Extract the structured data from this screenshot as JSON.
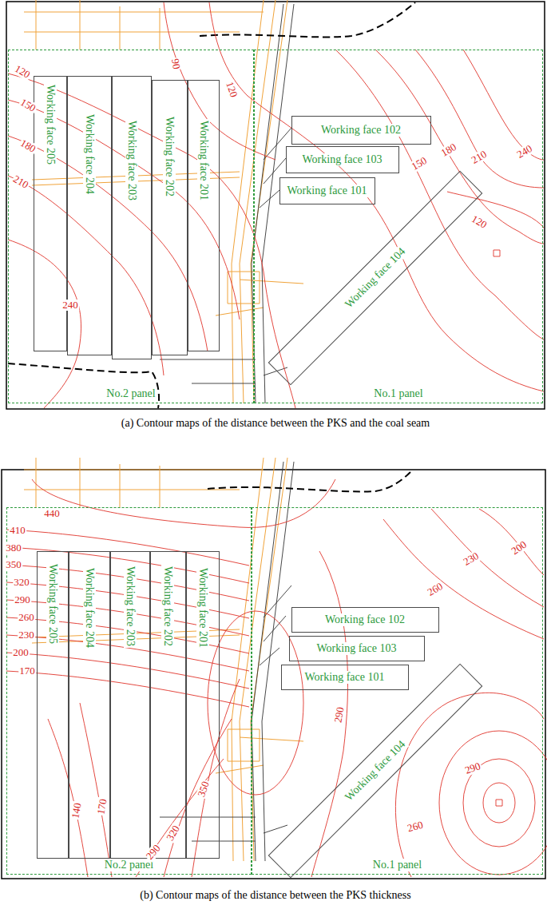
{
  "diagram": {
    "nodes": [
      {
        "text": [
          "No.2 panel"
        ]
      },
      {
        "text": [
          "Working face 205"
        ],
        "in": 0
      },
      {
        "text": [
          "Working face 204"
        ],
        "in": 0
      },
      {
        "text": [
          "Working face 203"
        ],
        "in": 0
      },
      {
        "text": [
          "Working face 202"
        ],
        "in": 0
      },
      {
        "text": [
          "Working face 201"
        ],
        "in": 0
      },
      {
        "text": [
          "No.1 panel"
        ]
      },
      {
        "text": [
          "Working face 102"
        ],
        "in": 6
      },
      {
        "text": [
          "Working face 103"
        ],
        "in": 6
      },
      {
        "text": [
          "Working face 101"
        ],
        "in": 6
      },
      {
        "text": [
          "Working face 104"
        ],
        "in": 6
      },
      {
        "text": [
          "No.2 panel"
        ]
      },
      {
        "text": [
          "Working face 205"
        ],
        "in": 11
      },
      {
        "text": [
          "Working face 204"
        ],
        "in": 11
      },
      {
        "text": [
          "Working face 203"
        ],
        "in": 11
      },
      {
        "text": [
          "Working face 202"
        ],
        "in": 11
      },
      {
        "text": [
          "Working face 201"
        ],
        "in": 11
      },
      {
        "text": [
          "No.1 panel"
        ]
      },
      {
        "text": [
          "Working face 102"
        ],
        "in": 17
      },
      {
        "text": [
          "Working face 103"
        ],
        "in": 17
      },
      {
        "text": [
          "Working face 101"
        ],
        "in": 17
      },
      {
        "text": [
          "Working face 104"
        ],
        "in": 17
      }
    ],
    "labels": [
      "120",
      "150",
      "180",
      "210",
      "90",
      "120",
      "240",
      "210",
      "180",
      "150",
      "120",
      "240",
      "(a) Contour maps of the distance between the PKS and the coal seam",
      "440",
      "410",
      "380",
      "350",
      "320",
      "290",
      "260",
      "230",
      "200",
      "170",
      "140",
      "170",
      "350",
      "320",
      "290",
      "290",
      "200",
      "230",
      "260",
      "290",
      "260",
      "(b) Contour maps of the distance between the PKS thickness"
    ]
  }
}
